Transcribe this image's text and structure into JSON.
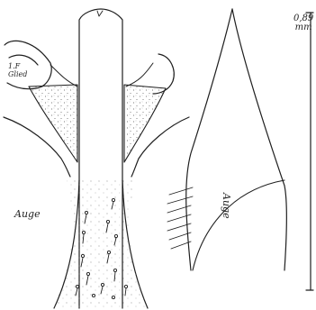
{
  "figure": {
    "labels": {
      "segment_line1": "1.F",
      "segment_line2": "Glied",
      "eye_left": "Auge",
      "eye_right": "Auge"
    },
    "scale_bar": {
      "value": "0,89",
      "unit": "mm"
    },
    "colors": {
      "ink": "#1f1f1f",
      "paper": "#ffffff",
      "stipple": "#555555"
    }
  }
}
